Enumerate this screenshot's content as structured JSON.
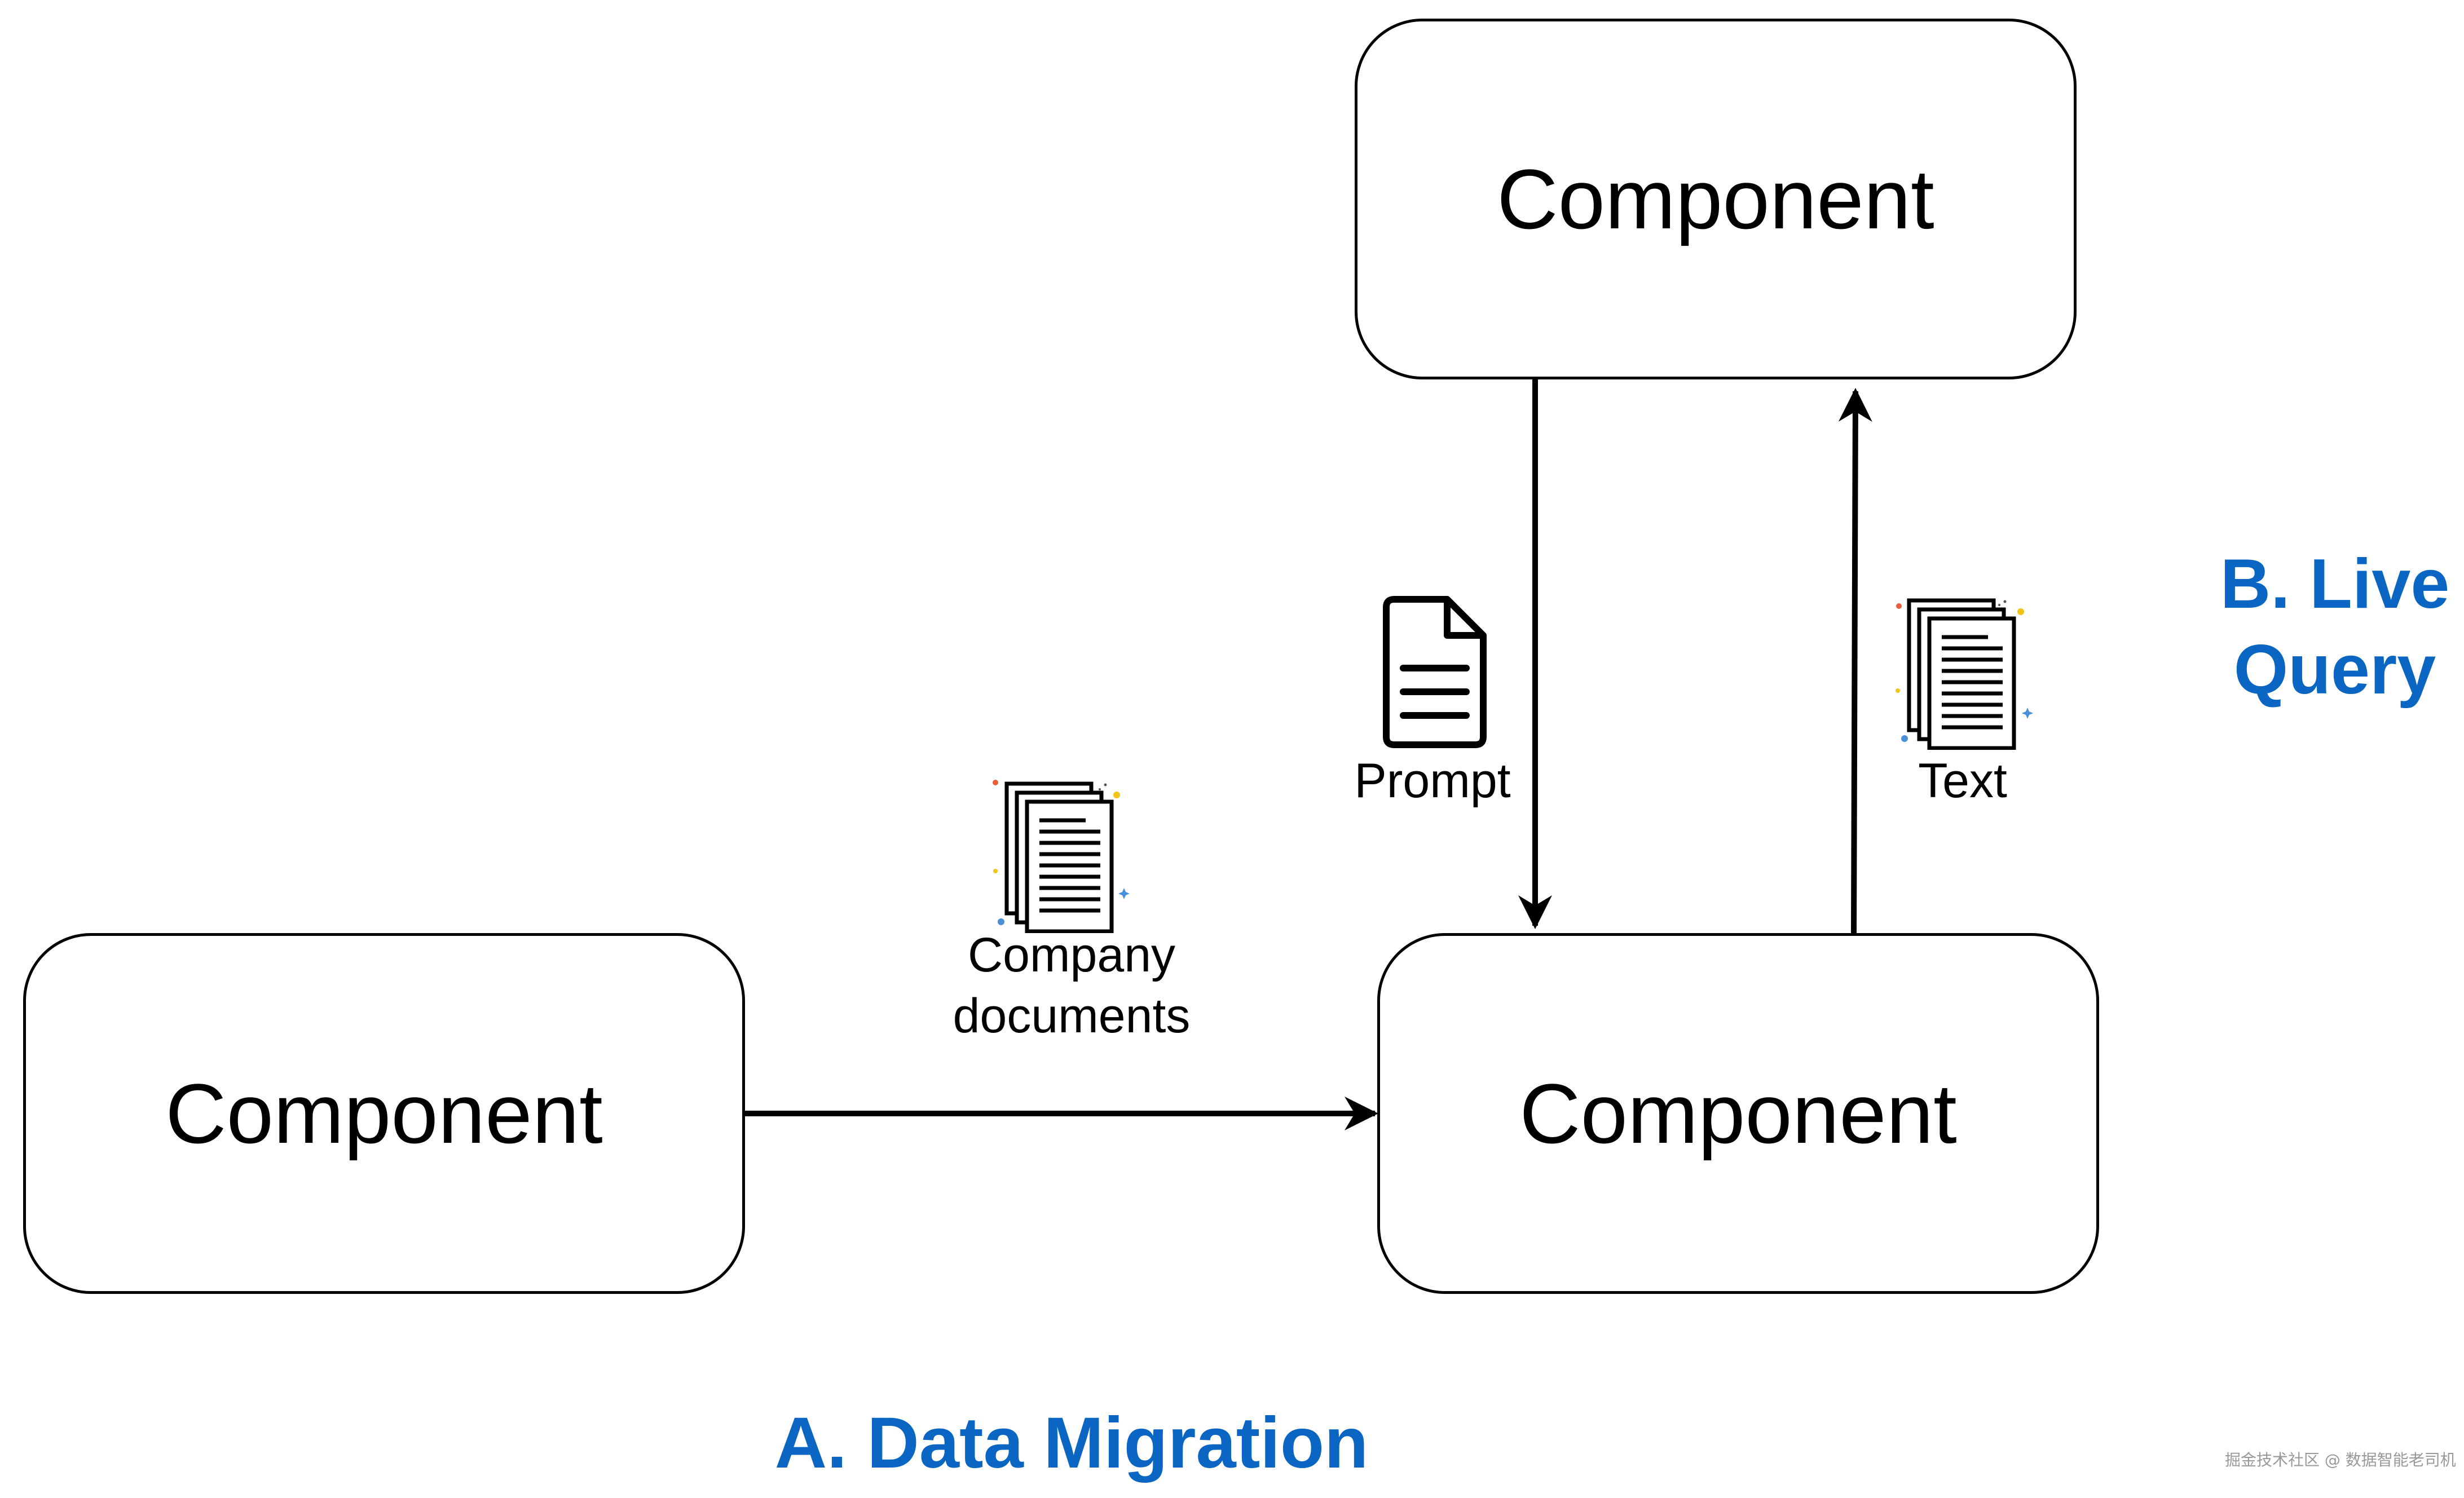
{
  "diagram": {
    "nodes": {
      "top": {
        "label": "Component"
      },
      "left": {
        "label": "Component"
      },
      "right": {
        "label": "Component"
      }
    },
    "edge_labels": {
      "company_docs": "Company\ndocuments",
      "prompt": "Prompt",
      "text": "Text"
    },
    "sections": {
      "a": "A. Data Migration",
      "b": "B. Live\nQuery"
    },
    "icons": {
      "company_docs": "document-stack-icon",
      "prompt": "document-icon",
      "text": "document-stack-icon"
    },
    "colors": {
      "section": "#0a66c2",
      "stroke": "#000000"
    }
  },
  "watermark": "掘金技术社区 @ 数据智能老司机"
}
